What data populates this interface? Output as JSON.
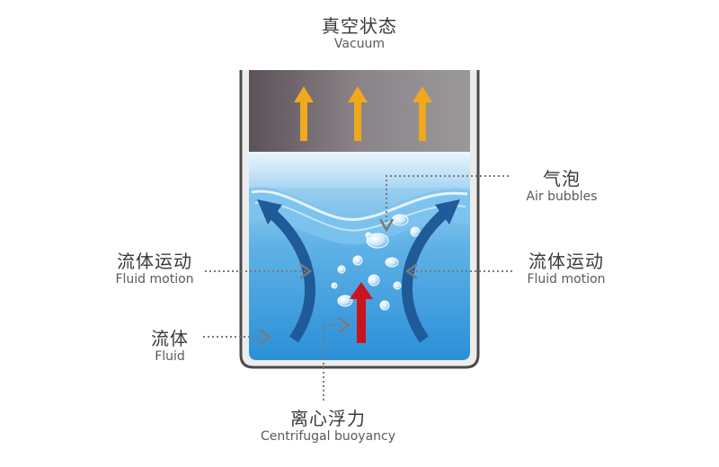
{
  "labels": {
    "vacuum": {
      "zh": "真空状态",
      "en": "Vacuum"
    },
    "air_bubbles": {
      "zh": "气泡",
      "en": "Air bubbles"
    },
    "fluid_motion_left": {
      "zh": "流体运动",
      "en": "Fluid motion"
    },
    "fluid_motion_right": {
      "zh": "流体运动",
      "en": "Fluid motion"
    },
    "fluid": {
      "zh": "流体",
      "en": "Fluid"
    },
    "buoyancy": {
      "zh": "离心浮力",
      "en": "Centrifugal buoyancy"
    }
  },
  "colors": {
    "vacuum_arrow": "#f0a81c",
    "flow_arrow": "#1f5a99",
    "buoyancy_arrow": "#c8141e",
    "pointer": "#7a7a7a",
    "container": "#4a4a4a"
  }
}
